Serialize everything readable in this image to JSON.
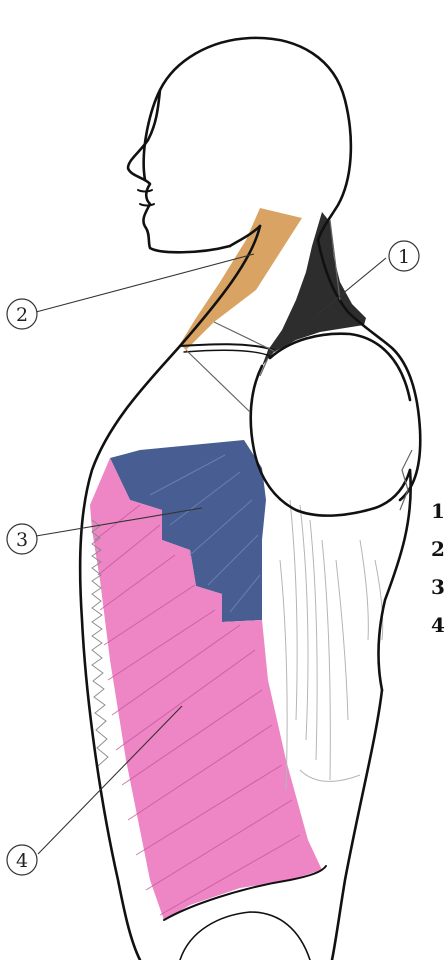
{
  "callouts": [
    {
      "id": "1",
      "label": "1"
    },
    {
      "id": "2",
      "label": "2"
    },
    {
      "id": "3",
      "label": "3"
    },
    {
      "id": "4",
      "label": "4"
    }
  ],
  "side_list": [
    "1",
    "2",
    "3",
    "4"
  ],
  "colors": {
    "outline": "#111111",
    "region_1": "#2d2d2d",
    "region_2": "#d9a463",
    "region_3": "#485e92",
    "region_4": "#ee85c4",
    "fiber_lines": "#b8b8b8",
    "background": "#ffffff"
  }
}
